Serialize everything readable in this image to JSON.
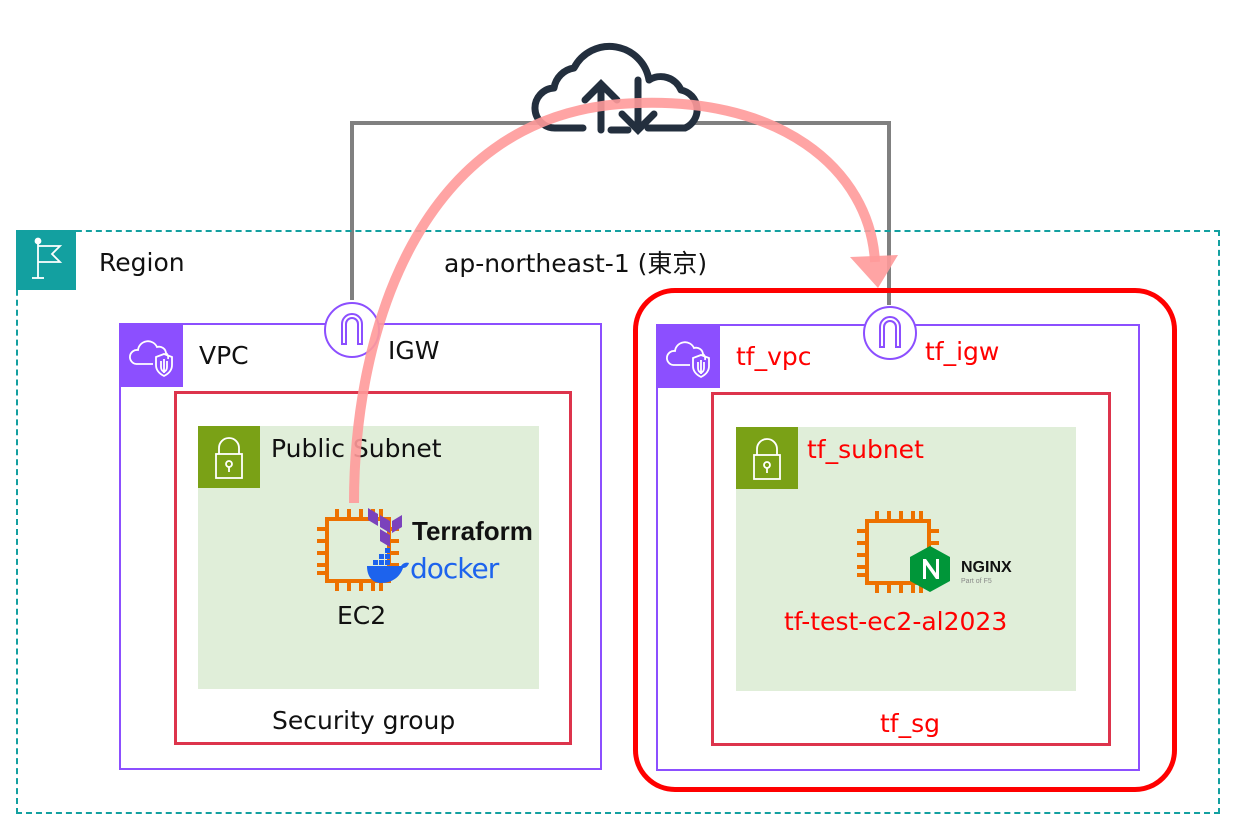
{
  "internet": {
    "icon": "internet-cloud-icon"
  },
  "region": {
    "label": "Region",
    "name": "ap-northeast-1 (東京)",
    "color": "#13a0a0"
  },
  "left_stack": {
    "vpc": {
      "label": "VPC",
      "color": "#8c4fff"
    },
    "igw": {
      "label": "IGW"
    },
    "subnet": {
      "label": "Public Subnet",
      "color": "#7aa116",
      "fill": "#e0eed9"
    },
    "ec2": {
      "label": "EC2",
      "tools": [
        {
          "name": "Terraform",
          "color": "#7b42bc"
        },
        {
          "name": "docker",
          "color": "#1d63ed"
        }
      ]
    },
    "security_group": {
      "label": "Security group",
      "color": "#dd344c"
    }
  },
  "right_stack": {
    "vpc": {
      "label": "tf_vpc"
    },
    "igw": {
      "label": "tf_igw"
    },
    "subnet": {
      "label": "tf_subnet"
    },
    "ec2": {
      "label": "tf-test-ec2-al2023",
      "software": {
        "name": "NGINX",
        "subtitle": "Part of F5",
        "color": "#009639"
      }
    },
    "security_group": {
      "label": "tf_sg"
    },
    "highlight_color": "#ff0000"
  },
  "connections": {
    "line_color": "#808080",
    "arrow_color": "#ff9a9a",
    "arrow": "provision from EC2 (Terraform) to tf resources"
  }
}
